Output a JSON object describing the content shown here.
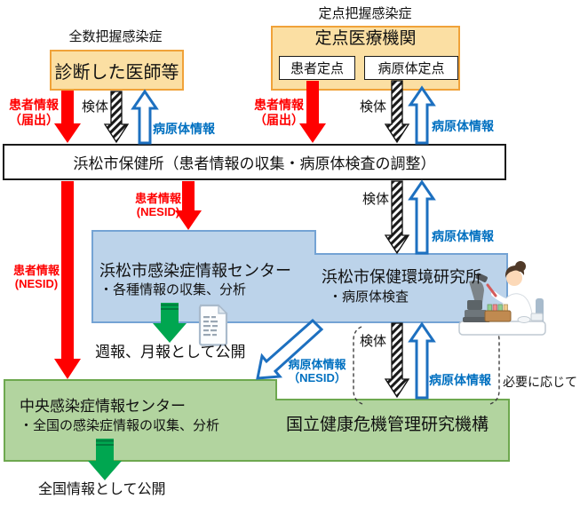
{
  "nodes": {
    "surveillance_all_label": "全数把握感染症",
    "doctor_box": "診断した医師等",
    "surveillance_sentinel_label": "定点把握感染症",
    "sentinel_medical_box": "定点医療機関",
    "patient_sentinel_box": "患者定点",
    "pathogen_sentinel_box": "病原体定点",
    "health_center_box": "浜松市保健所（患者情報の収集・病原体検査の調整）",
    "info_center_title": "浜松市感染症情報センター",
    "info_center_desc": "・各種情報の収集、分析",
    "env_institute_title": "浜松市保健環境研究所",
    "env_institute_desc": "・病原体検査",
    "central_center_title": "中央感染症情報センター",
    "central_center_desc": "・全国の感染症情報の収集、分析",
    "national_org_box": "国立健康危機管理研究機構",
    "weekly_publish": "週報、月報として公開",
    "national_publish": "全国情報として公開"
  },
  "flow": {
    "patient_report_l1": "患者情報",
    "patient_report_l2": "（届出）",
    "specimen": "検体",
    "pathogen_info": "病原体情報",
    "patient_nesid_l1": "患者情報",
    "patient_nesid_l2": "(NESID)",
    "pathogen_nesid_l1": "病原体情報",
    "pathogen_nesid_l2": "（NESID）",
    "as_needed": "必要に応じて"
  },
  "colors": {
    "red_arrow": "#FF0000",
    "blue_accent": "#0070C0",
    "orange_fill": "#FBDFA3",
    "orange_border": "#F0A239",
    "panel_blue_fill": "#BCD3EA",
    "panel_blue_border": "#74A3D4",
    "panel_green_fill": "#B2D49F",
    "panel_green_border": "#6EA84F",
    "green_arrow": "#00A650"
  }
}
